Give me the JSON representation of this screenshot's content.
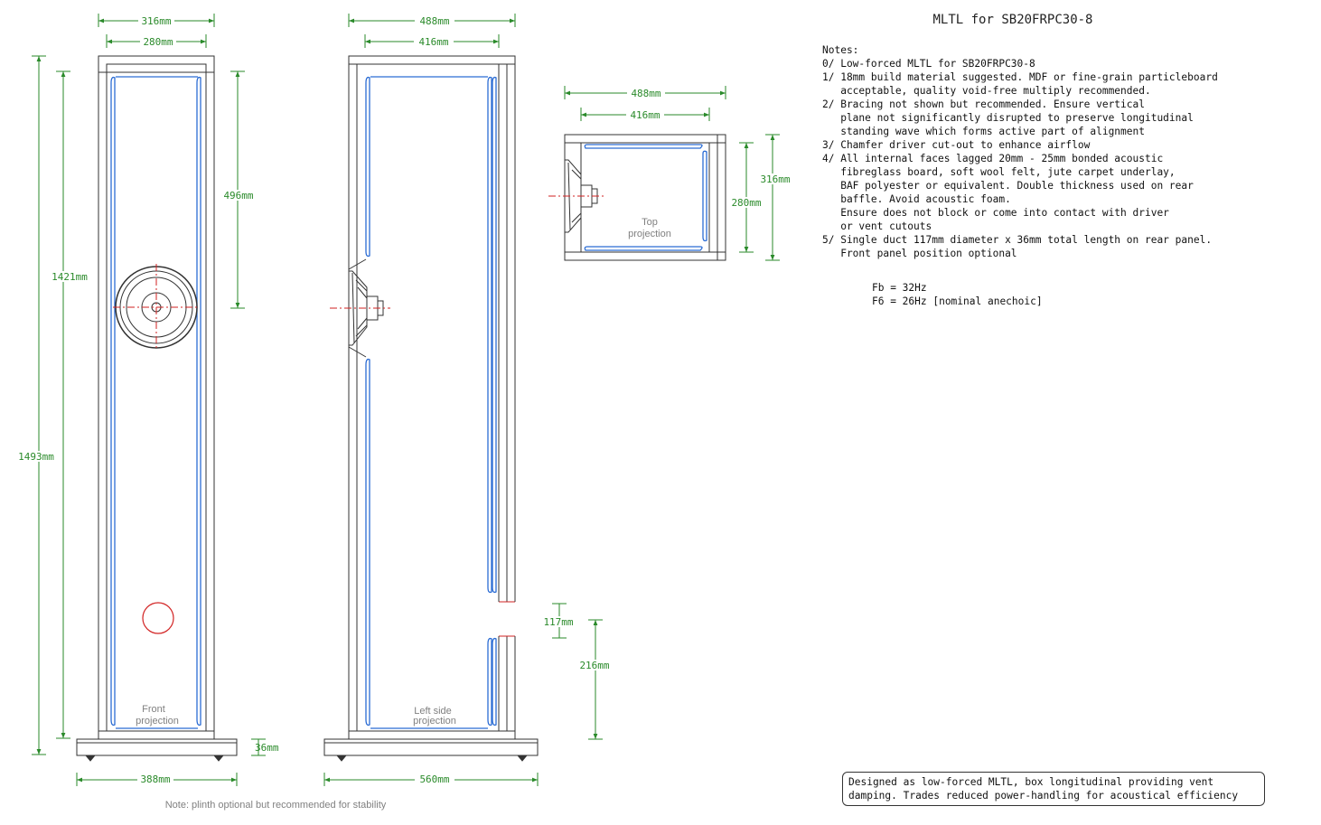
{
  "title": "MLTL for SB20FRPC30-8",
  "views": {
    "front_label": [
      "Front",
      "projection"
    ],
    "side_label": [
      "Left side",
      "projection"
    ],
    "top_label": [
      "Top",
      "projection"
    ]
  },
  "dimensions": {
    "front_outer_width": "316mm",
    "front_inner_width": "280mm",
    "front_driver_height": "496mm",
    "front_inner_height": "1421mm",
    "front_total_height": "1493mm",
    "plinth_height": "36mm",
    "plinth_width_front": "388mm",
    "side_outer_depth": "488mm",
    "side_inner_depth": "416mm",
    "vent_diameter": "117mm",
    "vent_height": "216mm",
    "plinth_width_side": "560mm",
    "top_outer_depth": "488mm",
    "top_inner_depth": "416mm",
    "top_outer_width": "316mm",
    "top_inner_width": "280mm"
  },
  "plinth_note": "Note: plinth optional but recommended for stability",
  "notes": [
    "Notes:",
    "0/ Low-forced MLTL for SB20FRPC30-8",
    "1/ 18mm build material suggested. MDF or fine-grain particleboard",
    "   acceptable, quality void-free multiply recommended.",
    "2/ Bracing not shown but recommended. Ensure vertical",
    "   plane not significantly disrupted to preserve longitudinal",
    "   standing wave which forms active part of alignment",
    "3/ Chamfer driver cut-out to enhance airflow",
    "4/ All internal faces lagged 20mm - 25mm bonded acoustic",
    "   fibreglass board, soft wool felt, jute carpet underlay,",
    "   BAF polyester or equivalent. Double thickness used on rear",
    "   baffle. Avoid acoustic foam.",
    "   Ensure does not block or come into contact with driver",
    "   or vent cutouts",
    "5/ Single duct 117mm diameter x 36mm total length on rear panel.",
    "   Front panel position optional"
  ],
  "tuning": [
    "Fb = 32Hz",
    "F6 = 26Hz [nominal anechoic]"
  ],
  "summary": [
    "Designed as low-forced MLTL, box longitudinal providing vent",
    "damping. Trades reduced power-handling for acoustical efficiency"
  ],
  "colors": {
    "outline": "#333333",
    "lining": "#2b6cd4",
    "dimension": "#2a8a2a",
    "centerline": "#d22222"
  }
}
